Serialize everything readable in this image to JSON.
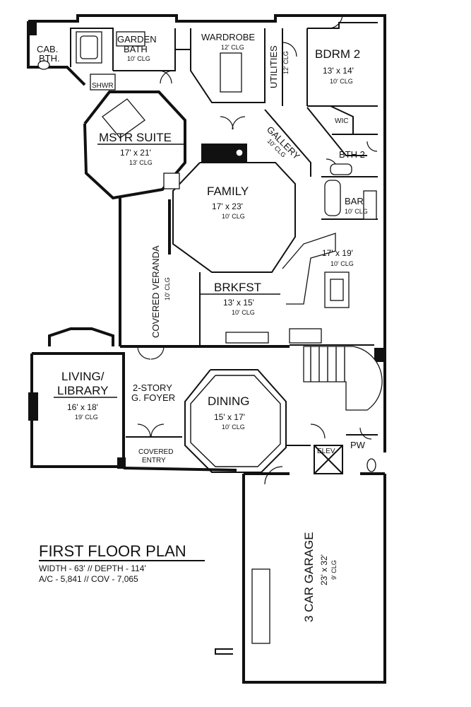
{
  "plan": {
    "title": "FIRST FLOOR PLAN",
    "info_line1": "WIDTH - 63' // DEPTH - 114'",
    "info_line2": "A/C - 5,841 // COV - 7,065"
  },
  "rooms": {
    "cab_bath": {
      "name1": "CAB.",
      "name2": "BTH."
    },
    "garden_bath": {
      "name1": "GARDEN",
      "name2": "BATH",
      "clg": "10' CLG"
    },
    "shwr": {
      "name": "SHWR"
    },
    "wardrobe": {
      "name": "WARDROBE",
      "clg": "12' CLG"
    },
    "utilities": {
      "name": "UTILITIES",
      "clg": "12' CLG"
    },
    "bdrm2": {
      "name": "BDRM 2",
      "dim": "13' x 14'",
      "clg": "10' CLG"
    },
    "wic": {
      "name": "WIC"
    },
    "gallery": {
      "name": "GALLERY",
      "clg": "10' CLG"
    },
    "bth2": {
      "name": "BTH 2"
    },
    "mstr_suite": {
      "name": "MSTR SUITE",
      "dim": "17' x 21'",
      "clg": "13' CLG"
    },
    "family": {
      "name": "FAMILY",
      "dim": "17' x 23'",
      "clg": "10' CLG"
    },
    "bar": {
      "name": "BAR",
      "clg": "10' CLG"
    },
    "kitchen": {
      "dim": "17' x 19'",
      "clg": "10' CLG"
    },
    "covered_veranda": {
      "name": "COVERED VERANDA",
      "clg": "10' CLG"
    },
    "brkfst": {
      "name": "BRKFST",
      "dim": "13' x 15'",
      "clg": "10' CLG"
    },
    "living_library": {
      "name1": "LIVING/",
      "name2": "LIBRARY",
      "dim": "16' x 18'",
      "clg": "19' CLG"
    },
    "foyer": {
      "name1": "2-STORY",
      "name2": "G. FOYER"
    },
    "dining": {
      "name": "DINING",
      "dim": "15' x 17'",
      "clg": "10' CLG"
    },
    "covered_entry": {
      "name1": "COVERED",
      "name2": "ENTRY"
    },
    "elev": {
      "name": "ELEV"
    },
    "pw": {
      "name": "PW"
    },
    "garage": {
      "name": "3 CAR GARAGE",
      "dim": "23' x 32'",
      "clg": "9' CLG"
    }
  }
}
